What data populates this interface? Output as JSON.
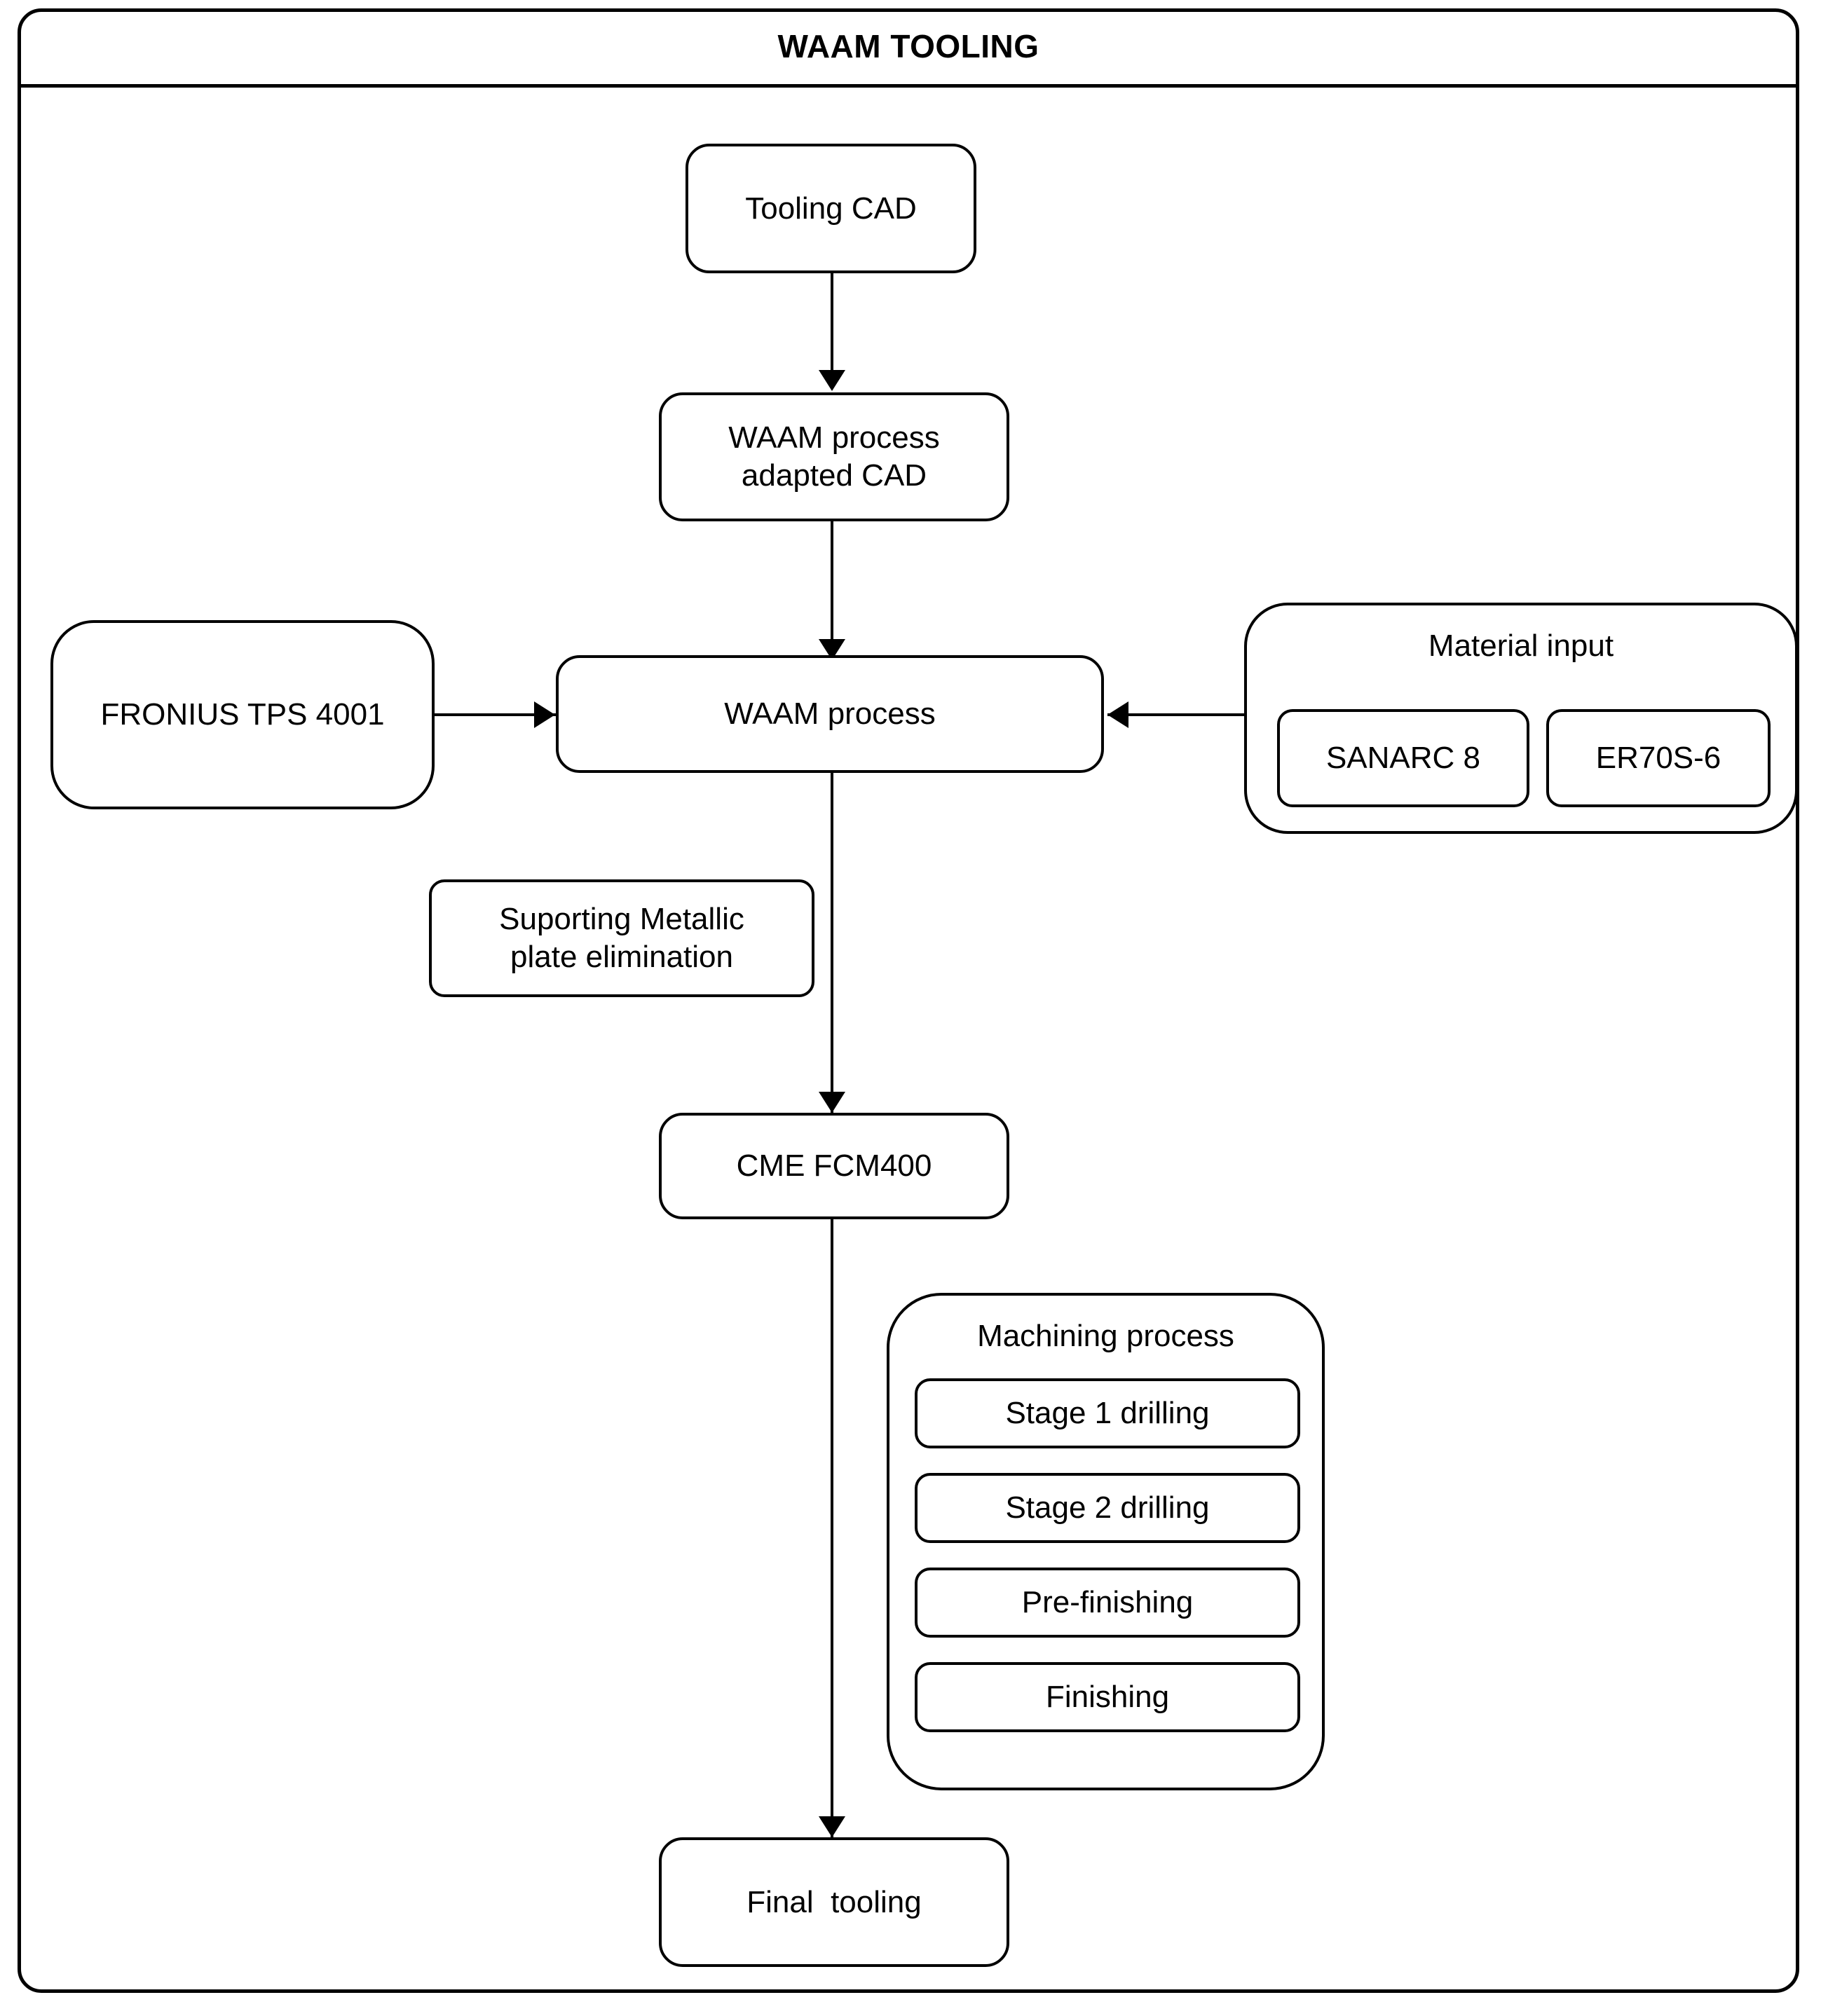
{
  "diagram": {
    "title": "WAAM TOOLING",
    "type": "flowchart",
    "nodes": {
      "tooling_cad": "Tooling CAD",
      "adapted_cad_line1": "WAAM process",
      "adapted_cad_line2": "adapted CAD",
      "waam_process": "WAAM process",
      "fronius": "FRONIUS TPS 4001",
      "support_plate_line1": "Suporting Metallic",
      "support_plate_line2": "plate elimination",
      "cme": "CME FCM400",
      "final_tooling": "Final  tooling"
    },
    "material_input": {
      "title": "Material input",
      "items": [
        "SANARC 8",
        "ER70S-6"
      ]
    },
    "machining_process": {
      "title": "Machining process",
      "steps": [
        "Stage 1 drilling",
        "Stage 2 drilling",
        "Pre-finishing",
        "Finishing"
      ]
    },
    "edges": [
      {
        "from": "tooling_cad",
        "to": "adapted_cad",
        "direction": "down"
      },
      {
        "from": "adapted_cad",
        "to": "waam_process",
        "direction": "down"
      },
      {
        "from": "fronius",
        "to": "waam_process",
        "direction": "right"
      },
      {
        "from": "material_input",
        "to": "waam_process",
        "direction": "left"
      },
      {
        "from": "waam_process",
        "to": "cme",
        "direction": "down"
      },
      {
        "from": "cme",
        "to": "final_tooling",
        "direction": "down"
      }
    ],
    "colors": {
      "stroke": "#000000",
      "fill": "#ffffff",
      "text": "#000000"
    }
  }
}
